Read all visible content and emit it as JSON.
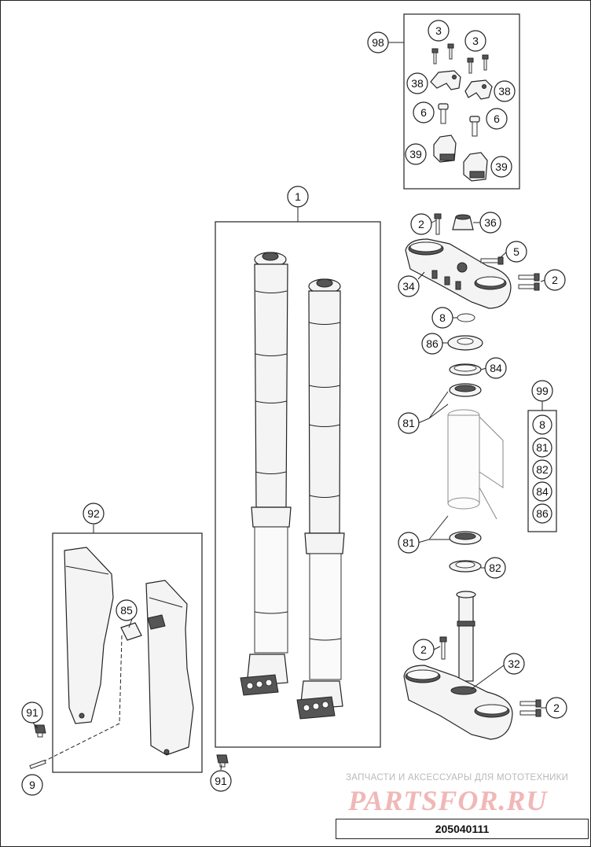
{
  "callouts": {
    "c1": "1",
    "c2a": "2",
    "c2b": "2",
    "c2c": "2",
    "c2d": "2",
    "c3a": "3",
    "c3b": "3",
    "c5": "5",
    "c6a": "6",
    "c6b": "6",
    "c8a": "8",
    "c8b": "8",
    "c9": "9",
    "c32": "32",
    "c34": "34",
    "c36": "36",
    "c38a": "38",
    "c38b": "38",
    "c39a": "39",
    "c39b": "39",
    "c81a": "81",
    "c81b": "81",
    "c81c": "81",
    "c82a": "82",
    "c82b": "82",
    "c84a": "84",
    "c84b": "84",
    "c85": "85",
    "c86a": "86",
    "c86b": "86",
    "c91a": "91",
    "c91b": "91",
    "c92": "92",
    "c98": "98",
    "c99": "99"
  },
  "watermark": {
    "caption": "ЗАПЧАСТИ И АКСЕССУАРЫ ДЛЯ МОТОТЕХНИКИ",
    "logo": "PARTSFOR.RU"
  },
  "drawing_number": "205040111"
}
